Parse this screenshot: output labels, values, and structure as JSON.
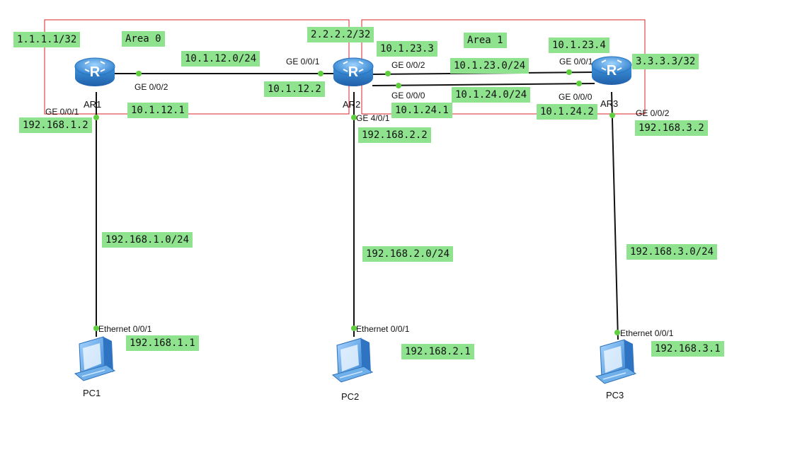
{
  "areas": [
    {
      "name": "Area 0"
    },
    {
      "name": "Area 1"
    }
  ],
  "devices": {
    "ar1": {
      "name": "AR1",
      "loopback": "1.1.1.1/32"
    },
    "ar2": {
      "name": "AR2",
      "loopback": "2.2.2.2/32"
    },
    "ar3": {
      "name": "AR3",
      "loopback": "3.3.3.3/32"
    },
    "pc1": {
      "name": "PC1",
      "ip": "192.168.1.1"
    },
    "pc2": {
      "name": "PC2",
      "ip": "192.168.2.1"
    },
    "pc3": {
      "name": "PC3",
      "ip": "192.168.3.1"
    }
  },
  "links": {
    "ar1_ar2": {
      "network": "10.1.12.0/24",
      "ar1_port": "GE 0/0/2",
      "ar1_ip": "10.1.12.1",
      "ar2_port": "GE 0/0/1",
      "ar2_ip": "10.1.12.2"
    },
    "ar2_ar3_a": {
      "network": "10.1.23.0/24",
      "ar2_port": "GE 0/0/2",
      "ar2_ip": "10.1.23.3",
      "ar3_port": "GE 0/0/1",
      "ar3_ip": "10.1.23.4"
    },
    "ar2_ar3_b": {
      "network": "10.1.24.0/24",
      "ar2_port": "GE 0/0/0",
      "ar2_ip": "10.1.24.1",
      "ar3_port": "GE 0/0/0",
      "ar3_ip": "10.1.24.2"
    },
    "ar1_pc1": {
      "network": "192.168.1.0/24",
      "ar1_port": "GE 0/0/1",
      "ar1_ip": "192.168.1.2",
      "pc_port": "Ethernet 0/0/1"
    },
    "ar2_pc2": {
      "network": "192.168.2.0/24",
      "ar2_port": "GE 4/0/1",
      "ar2_ip": "192.168.2.2",
      "pc_port": "Ethernet 0/0/1"
    },
    "ar3_pc3": {
      "network": "192.168.3.0/24",
      "ar3_port": "GE 0/0/2",
      "ar3_ip": "192.168.3.2",
      "pc_port": "Ethernet 0/0/1"
    }
  },
  "colors": {
    "label_bg": "#8fe38f",
    "area_border": "#d9232a",
    "link": "#111111",
    "port_dot": "#5fcf3f",
    "router": "#3a8fd6",
    "pc": "#4a9be0"
  }
}
